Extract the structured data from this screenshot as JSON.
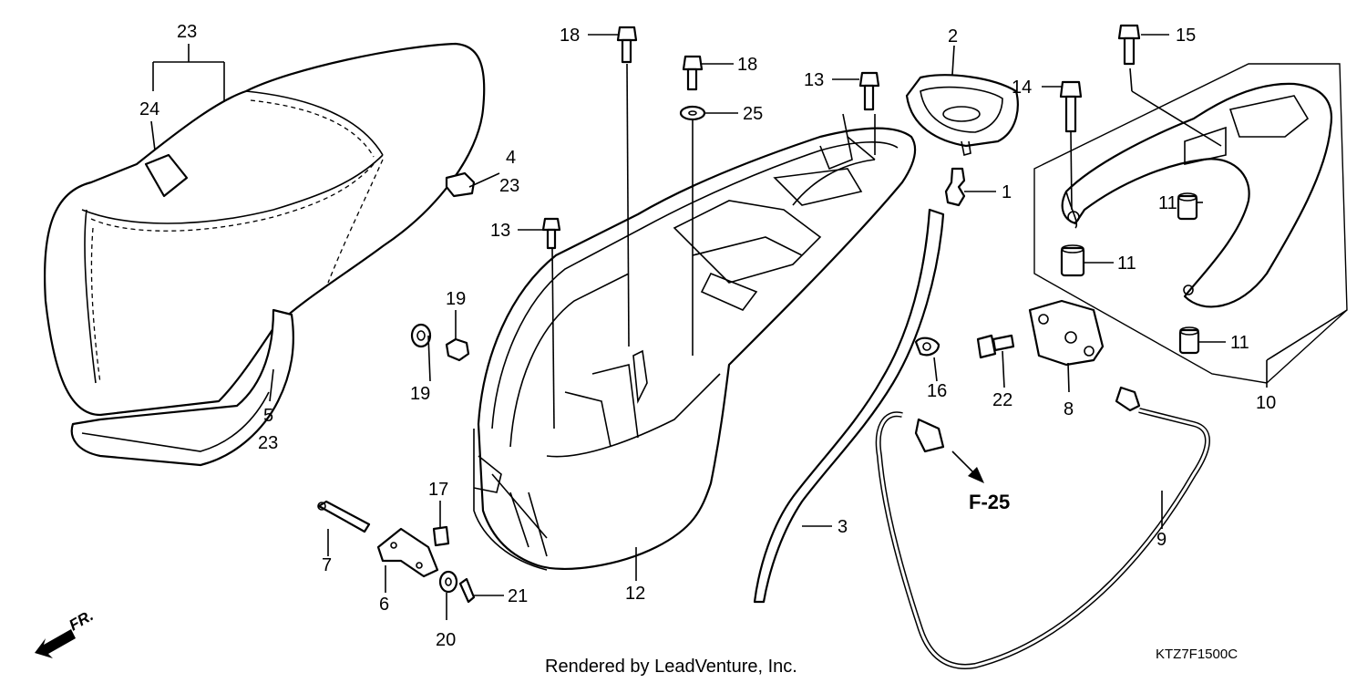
{
  "callouts": {
    "c23a": "23",
    "c24": "24",
    "c4": "4",
    "c23b": "23",
    "c5": "5",
    "c23c": "23",
    "c19a": "19",
    "c19b": "19",
    "c7": "7",
    "c6": "6",
    "c17": "17",
    "c20": "20",
    "c21": "21",
    "c12": "12",
    "c13a": "13",
    "c18a": "18",
    "c18b": "18",
    "c25": "25",
    "c13b": "13",
    "c2": "2",
    "c1": "1",
    "c3": "3",
    "c16": "16",
    "c22": "22",
    "c8": "8",
    "c9": "9",
    "c14": "14",
    "c15": "15",
    "c11a": "11",
    "c11b": "11",
    "c11c": "11",
    "c10": "10"
  },
  "ref_label": "F-25",
  "direction_label": "FR.",
  "footer_text": "Rendered by LeadVenture, Inc.",
  "diagram_code": "KTZ7F1500C"
}
